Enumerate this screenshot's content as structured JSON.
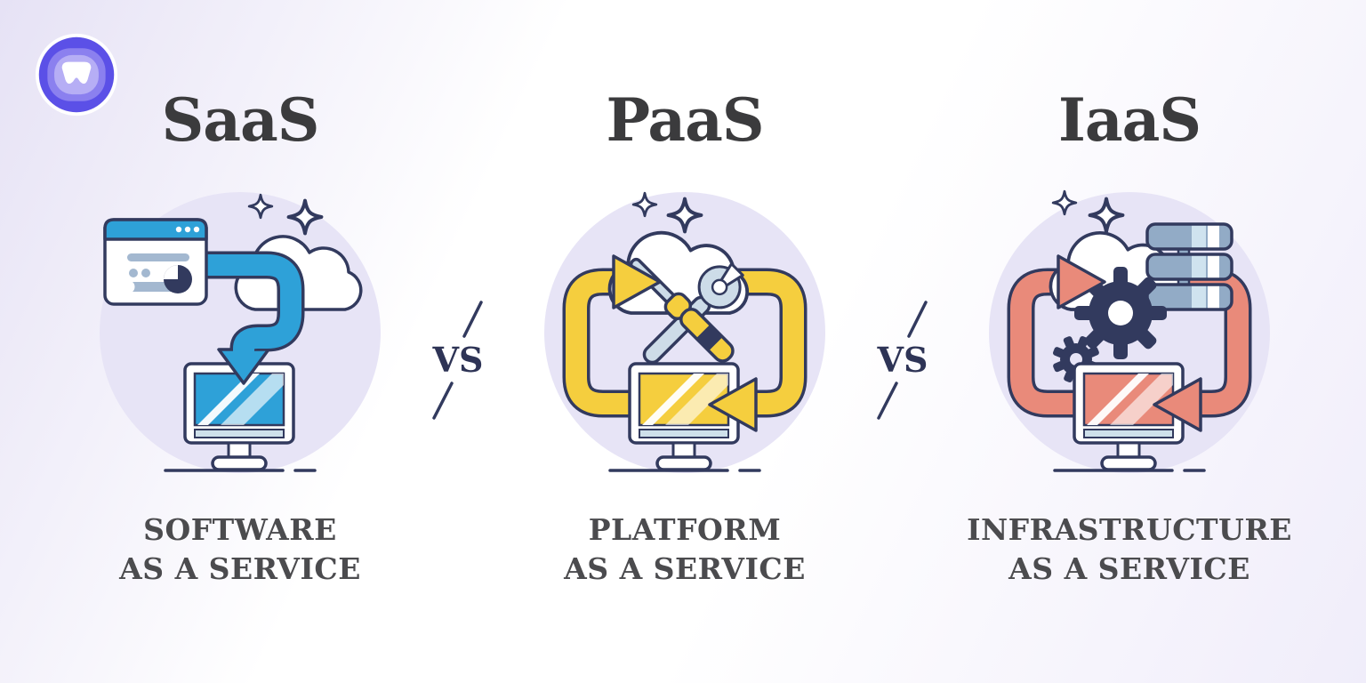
{
  "logo": {
    "icon": "brand-cloud-logo-icon"
  },
  "columns": [
    {
      "id": "saas",
      "title": "SaaS",
      "caption": [
        "SOFTWARE",
        "AS A SERVICE"
      ],
      "accent": "#2ea1d8",
      "icons": [
        "sparkles-icon",
        "cloud-icon",
        "browser-window-icon",
        "download-arrow-icon",
        "monitor-icon"
      ]
    },
    {
      "id": "paas",
      "title": "PaaS",
      "caption": [
        "PLATFORM",
        "AS A SERVICE"
      ],
      "accent": "#f5ce3e",
      "icons": [
        "sparkles-icon",
        "cloud-icon",
        "wrench-icon",
        "screwdriver-icon",
        "loop-arrow-icon",
        "monitor-icon"
      ]
    },
    {
      "id": "iaas",
      "title": "IaaS",
      "caption": [
        "INFRASTRUCTURE",
        "AS A SERVICE"
      ],
      "accent": "#e98a7a",
      "icons": [
        "sparkles-icon",
        "cloud-icon",
        "server-stack-icon",
        "gears-icon",
        "loop-arrow-icon",
        "monitor-icon"
      ]
    }
  ],
  "separators": [
    {
      "label": "VS"
    },
    {
      "label": "VS"
    }
  ],
  "colors": {
    "navy": "#323a5e",
    "ink-title": "#3b3b3d",
    "ink-caption": "#4b4b4e",
    "vs-ink": "#2e3456",
    "lavender": "#e7e4f6",
    "saas-accent": "#2ea1d8",
    "paas-accent": "#f5ce3e",
    "iaas-accent": "#e98a7a",
    "steel": "#cddce8",
    "server-body": "#92abc6",
    "server-stripe": "#cfe3ef",
    "chin": "#cfe0ea",
    "widget": "#a3b8d0",
    "bg-a": "#e6e2f5",
    "bg-c": "#f0edfa",
    "logo-a": "#5b50e7",
    "logo-b": "#8b80ef",
    "logo-c": "#b6aef5"
  }
}
